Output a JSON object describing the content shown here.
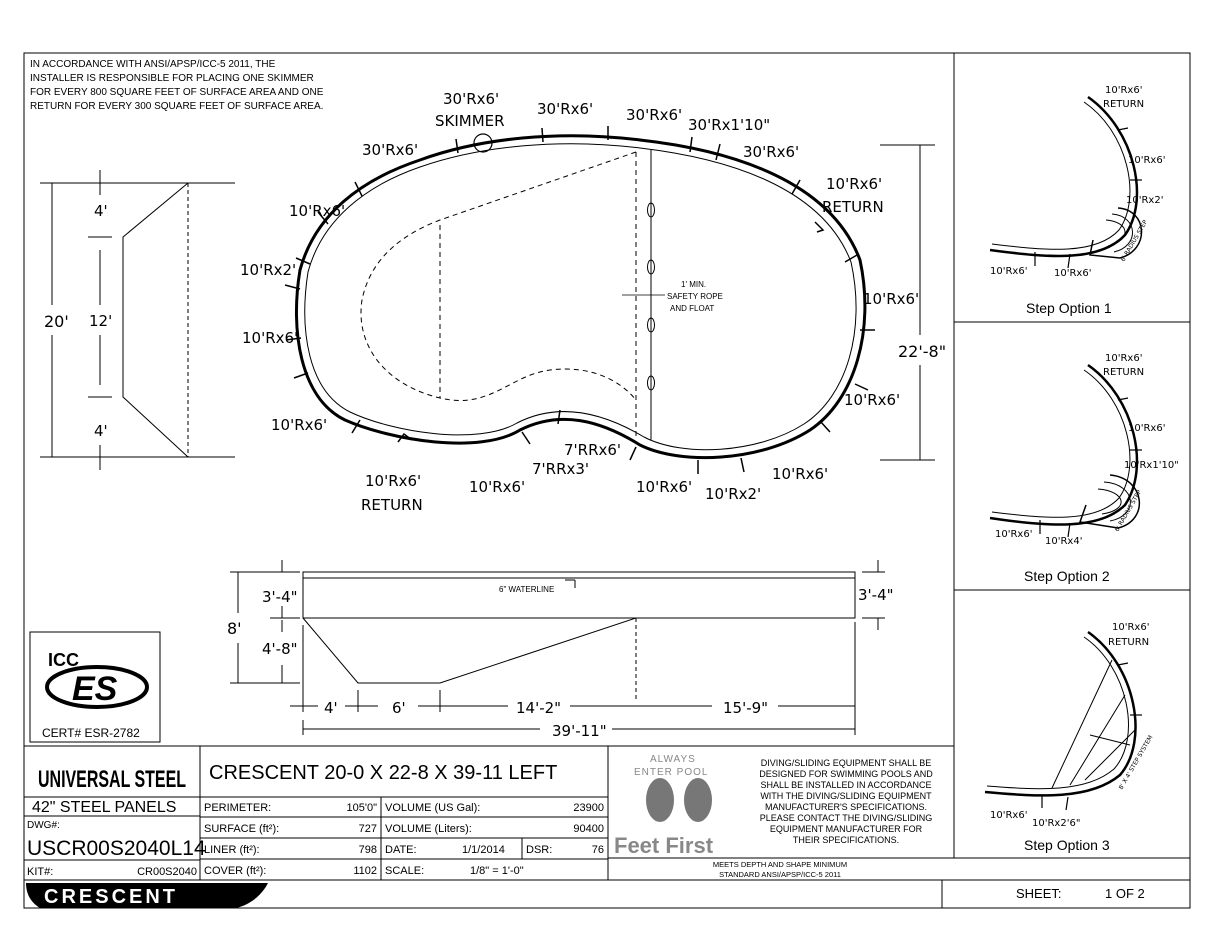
{
  "note": {
    "lines": [
      "IN ACCORDANCE WITH ANSI/APSP/ICC-5 2011, THE",
      "INSTALLER IS RESPONSIBLE FOR PLACING ONE SKIMMER",
      "FOR EVERY 800 SQUARE FEET OF SURFACE AREA AND ONE",
      "RETURN FOR EVERY 300 SQUARE FEET OF SURFACE AREA."
    ]
  },
  "plan": {
    "labels": {
      "skimmer_dim": "30'Rx6'",
      "skimmer": "SKIMMER",
      "top1": "30'Rx6'",
      "top2": "30'Rx6'",
      "top3": "30'Rx6'",
      "top4": "30'Rx1'10\"",
      "top5": "30'Rx6'",
      "right_return_dim": "10'Rx6'",
      "right_return": "RETURN",
      "right1": "10'Rx6'",
      "right2": "10'Rx6'",
      "bottom_r1": "10'Rx6'",
      "bottom_r2": "10'Rx2'",
      "bottom_r3": "10'Rx6'",
      "waist1": "7'RRx6'",
      "waist2": "7'RRx3'",
      "bottom_l1": "10'Rx6'",
      "left_return_dim": "10'Rx6'",
      "left_return": "RETURN",
      "left1": "10'Rx6'",
      "left2": "10'Rx6'",
      "left3": "10'Rx2'",
      "left4": "10'Rx6'"
    },
    "safety": [
      "1' MIN.",
      "SAFETY ROPE",
      "AND FLOAT"
    ],
    "length_dim": "22'-8\"",
    "width_dim": "20'",
    "width_parts": [
      "4'",
      "12'",
      "4'"
    ]
  },
  "section": {
    "waterline": "6\" WATERLINE",
    "left_top": "3'-4\"",
    "left_mid": "4'-8\"",
    "total_depth": "8'",
    "right_top": "3'-4\"",
    "segments": [
      "4'",
      "6'",
      "14'-2\"",
      "15'-9\""
    ],
    "overall": "39'-11\""
  },
  "cert": {
    "logo_top": "ICC",
    "logo_main": "ES",
    "cert_no": "CERT# ESR-2782"
  },
  "options": [
    {
      "title": "Step Option 1",
      "labels": [
        "10'Rx6'",
        "RETURN",
        "10'Rx6'",
        "10'Rx2'",
        "10'Rx6'",
        "10'Rx6'"
      ],
      "step_note": "6' RADIUS STEP"
    },
    {
      "title": "Step Option 2",
      "labels": [
        "10'Rx6'",
        "RETURN",
        "10'Rx6'",
        "10'Rx1'10\"",
        "10'Rx6'",
        "10'Rx4'"
      ],
      "step_note": "6' RADIUS STEP"
    },
    {
      "title": "Step Option 3",
      "labels": [
        "10'Rx6'",
        "RETURN",
        "10'Rx6'",
        "10'Rx2'6\""
      ],
      "step_note": "8' X 4' STEP SYSTEM"
    }
  ],
  "titleblock": {
    "brand": "UNIVERSAL STEEL",
    "panels": "42\"  STEEL PANELS",
    "title": "CRESCENT 20-0 X 22-8 X 39-11 LEFT",
    "dwg_label": "DWG#:",
    "dwg_no": "USCR00S2040L14",
    "kit_label": "KIT#:",
    "kit_no": "CR00S2040",
    "rows": [
      {
        "label": "PERIMETER:",
        "value": "105'0\"",
        "label2": "VOLUME (US Gal):",
        "value2": "23900"
      },
      {
        "label": "SURFACE (ft²):",
        "value": "727",
        "label2": "VOLUME (Liters):",
        "value2": "90400"
      },
      {
        "label": "LINER (ft²):",
        "value": "798",
        "label2": "DATE:",
        "value2": "1/1/2014"
      },
      {
        "label": "COVER (ft²):",
        "value": "1102",
        "label2": "SCALE:",
        "value2": "1/8\" = 1'-0\""
      }
    ],
    "dsr_label": "DSR:",
    "dsr_value": "76",
    "always": "ALWAYS",
    "enter_pool": "ENTER POOL",
    "feet_first": "Feet First",
    "diving_note": [
      "DIVING/SLIDING EQUIPMENT SHALL BE",
      "DESIGNED FOR SWIMMING POOLS AND",
      "SHALL BE INSTALLED IN ACCORDANCE",
      "WITH THE DIVING/SLIDING EQUIPMENT",
      "MANUFACTURER'S SPECIFICATIONS.",
      "PLEASE CONTACT THE DIVING/SLIDING",
      "EQUIPMENT MANUFACTURER FOR",
      "THEIR SPECIFICATIONS."
    ],
    "meets": [
      "MEETS DEPTH AND SHAPE MINIMUM",
      "STANDARD ANSI/APSP/ICC-5 2011"
    ],
    "crescent_logo": "CRESCENT",
    "sheet_label": "SHEET:",
    "sheet_value": "1 OF 2"
  }
}
